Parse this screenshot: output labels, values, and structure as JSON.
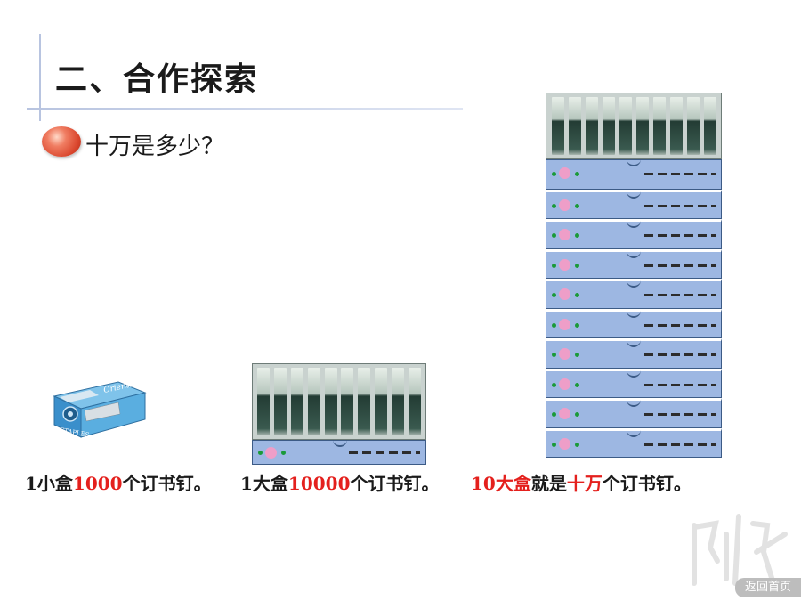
{
  "header": {
    "title": "二、合作探索"
  },
  "question": {
    "text": "十万是多少？"
  },
  "captions": {
    "small": {
      "prefix": "1小盒",
      "number": "1000",
      "suffix": "个订书钉。"
    },
    "big": {
      "prefix": "1大盒",
      "number": "10000",
      "suffix": "个订书钉。"
    },
    "ten": {
      "number": "10大盒",
      "middle": "就是",
      "highlight": "十万",
      "suffix": "个订书钉。"
    }
  },
  "small_box": {
    "brand": "Oriental",
    "label": "STAPLES"
  },
  "stack": {
    "layer_count": 10
  },
  "nav": {
    "home_label": "返回首页"
  },
  "colors": {
    "highlight": "#e4201d",
    "box_blue": "#9db7e2",
    "bullet": "#e4583c"
  }
}
